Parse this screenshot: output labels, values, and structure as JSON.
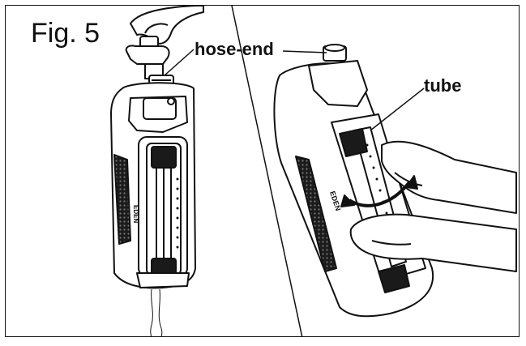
{
  "figure": {
    "label": "Fig. 5"
  },
  "callouts": {
    "hose_end": "hose-end",
    "tube": "tube"
  },
  "device": {
    "brand_text": "EDEN"
  },
  "colors": {
    "line": "#111111",
    "background": "#ffffff",
    "grip": "#2b2b2b"
  }
}
